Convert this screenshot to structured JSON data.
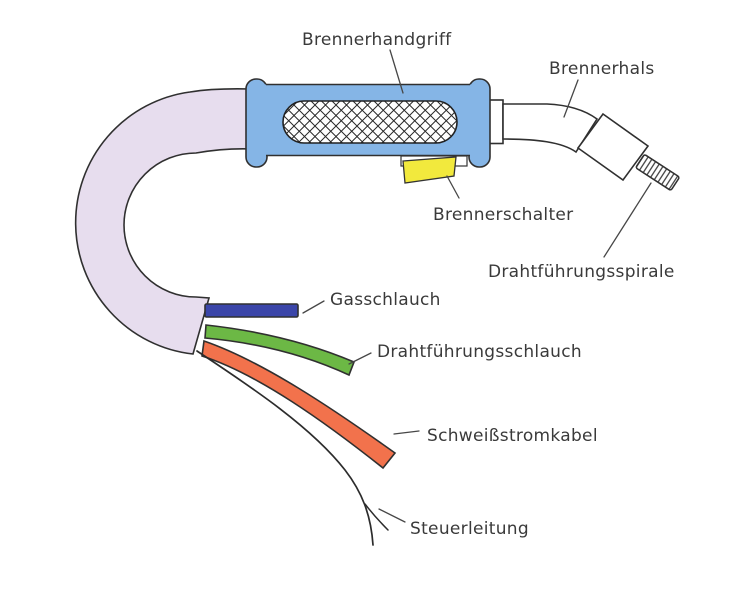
{
  "diagram": {
    "labels": {
      "handle": "Brennerhandgriff",
      "neck": "Brennerhals",
      "trigger": "Brennerschalter",
      "wire_guide_spiral": "Drahtführungsspirale",
      "gas_hose": "Gasschlauch",
      "wire_guide_hose": "Drahtführungsschlauch",
      "welding_current_cable": "Schweißstromkabel",
      "control_line": "Steuerleitung"
    },
    "colors": {
      "handle_body": "#85b5e6",
      "cable_sheath": "#e7ddee",
      "trigger": "#f2e93d",
      "gas_hose": "#3b46a9",
      "wire_guide_hose": "#6cb845",
      "welding_current_cable": "#f2724c",
      "control_line": "#2c2c2c",
      "outline": "#303030",
      "label_text": "#3a3a3a"
    }
  }
}
